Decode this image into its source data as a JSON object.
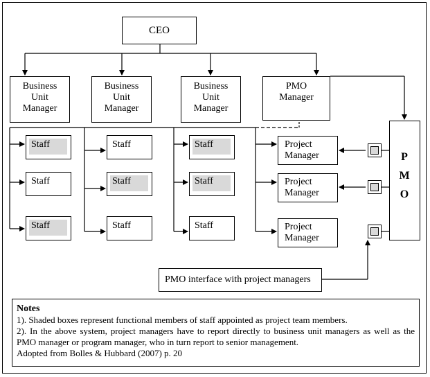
{
  "ceo": {
    "label": "CEO"
  },
  "business_units": [
    {
      "line1": "Business",
      "line2": "Unit",
      "line3": "Manager"
    },
    {
      "line1": "Business",
      "line2": "Unit",
      "line3": "Manager"
    },
    {
      "line1": "Business",
      "line2": "Unit",
      "line3": "Manager"
    }
  ],
  "pmo_manager": {
    "line1": "PMO",
    "line2": "Manager"
  },
  "staff": {
    "col1": [
      {
        "label": "Staff",
        "shaded": true
      },
      {
        "label": "Staff",
        "shaded": false
      },
      {
        "label": "Staff",
        "shaded": true
      }
    ],
    "col2": [
      {
        "label": "Staff",
        "shaded": false
      },
      {
        "label": "Staff",
        "shaded": true
      },
      {
        "label": "Staff",
        "shaded": false
      }
    ],
    "col3": [
      {
        "label": "Staff",
        "shaded": true
      },
      {
        "label": "Staff",
        "shaded": true
      },
      {
        "label": "Staff",
        "shaded": false
      }
    ]
  },
  "project_managers": [
    {
      "line1": "Project",
      "line2": "Manager"
    },
    {
      "line1": "Project",
      "line2": "Manager"
    },
    {
      "line1": "Project",
      "line2": "Manager"
    }
  ],
  "pmo": {
    "letters": [
      "P",
      "M",
      "O"
    ]
  },
  "pmo_interface": {
    "label": "PMO interface with project managers"
  },
  "notes": {
    "title": "Notes",
    "line1": "1). Shaded boxes represent functional members of staff appointed as project team members.",
    "line2": "2). In the above system, project managers have to report directly to business unit managers as well as the PMO manager or program manager, who in turn report to senior management.",
    "line3": "Adopted from Bolles & Hubbard (2007) p. 20"
  },
  "colors": {
    "line": "#000000",
    "shade": "#d9d9d9",
    "background": "#ffffff"
  }
}
